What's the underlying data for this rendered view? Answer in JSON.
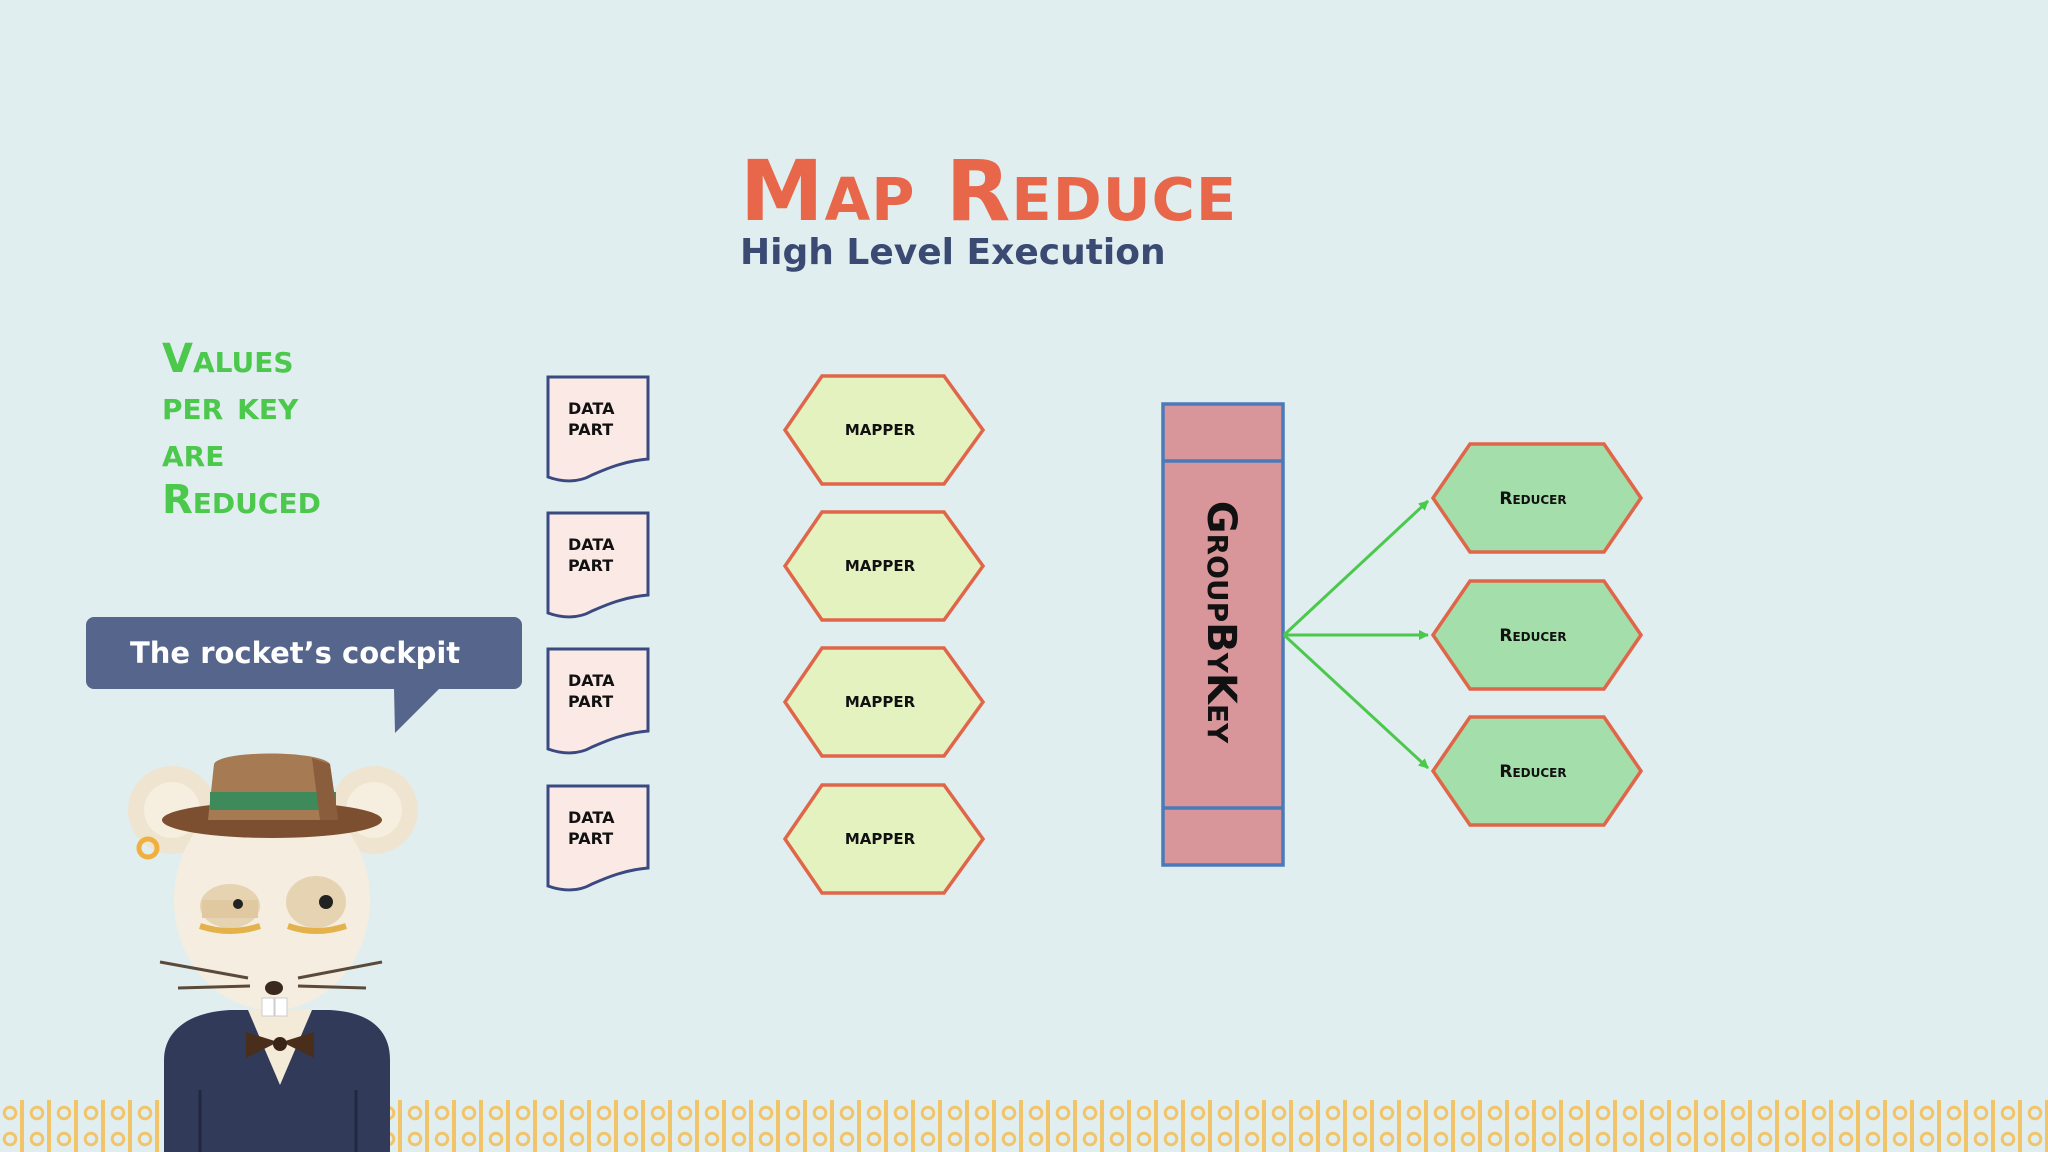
{
  "title": "Map Reduce",
  "subtitle": "High Level Execution",
  "side_note": [
    "Values",
    "per key",
    "are",
    "Reduced"
  ],
  "speech_bubble": "The rocket’s cockpit",
  "data_parts": [
    [
      "DATA",
      "PART"
    ],
    [
      "DATA",
      "PART"
    ],
    [
      "DATA",
      "PART"
    ],
    [
      "DATA",
      "PART"
    ]
  ],
  "mappers": [
    "MAPPER",
    "MAPPER",
    "MAPPER",
    "MAPPER"
  ],
  "group_by_key": "GroupByKey",
  "reducers": [
    "Reducer",
    "Reducer",
    "Reducer"
  ],
  "colors": {
    "title": "#e8674a",
    "subtitle": "#3a4a72",
    "side_note": "#4cc84c",
    "bubble": "#56658c",
    "data_part_fill": "#fbe9e5",
    "data_part_stroke": "#3a4a80",
    "mapper_fill": "#e4f2c0",
    "mapper_stroke": "#e0664a",
    "groupbykey_fill": "#d8969a",
    "groupbykey_stroke": "#4a7ab8",
    "reducer_fill": "#a4deaa",
    "reducer_stroke": "#e0664a",
    "arrow": "#4cc84c"
  },
  "icons": [
    "rat-mascot-icon",
    "binary-pattern-strip"
  ]
}
